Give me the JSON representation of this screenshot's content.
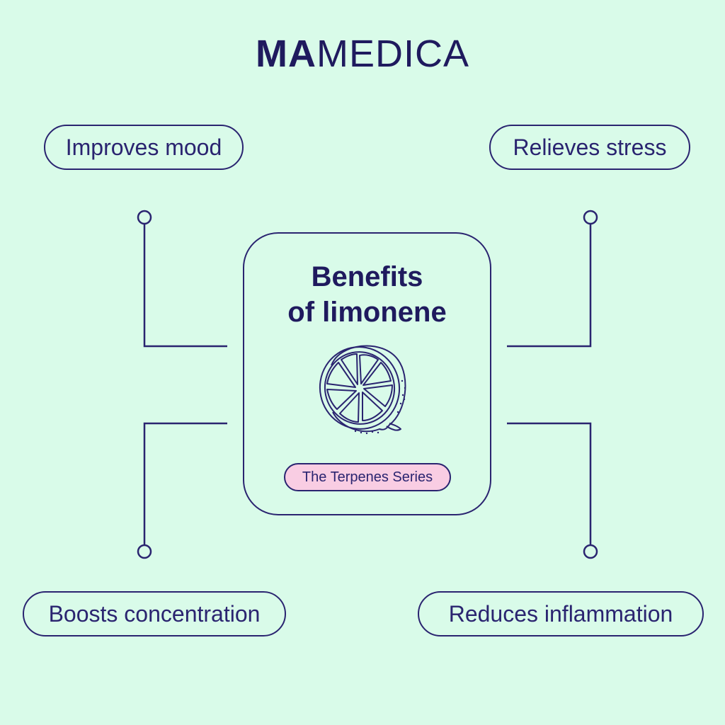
{
  "brand": {
    "bold": "MA",
    "light": "MEDICA"
  },
  "card": {
    "title_line1": "Benefits",
    "title_line2": "of limonene",
    "series_label": "The Terpenes Series",
    "icon": "lemon-half-icon"
  },
  "benefits": {
    "top_left": "Improves mood",
    "top_right": "Relieves stress",
    "bottom_left": "Boosts concentration",
    "bottom_right": "Reduces inflammation"
  },
  "colors": {
    "background": "#d9fbe9",
    "ink": "#2a2470",
    "badge": "#f9cde3"
  }
}
